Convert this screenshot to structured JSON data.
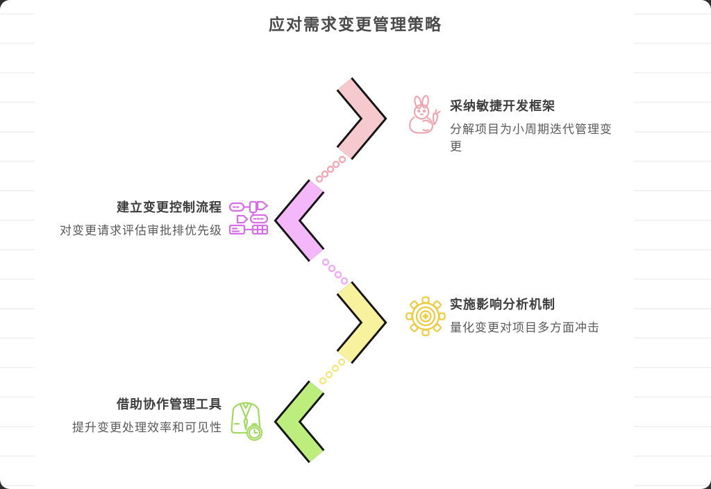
{
  "title": "应对需求变更管理策略",
  "colors": {
    "page_background": "#ffffff",
    "behind_card": "#2e2e2e",
    "chevron_outline": "#141414",
    "title_text": "#4a4a4a",
    "step_title_text": "#3d3d3d",
    "step_desc_text": "#595959",
    "ruled_line": "#f2f2f2"
  },
  "steps": [
    {
      "title": "采纳敏捷开发框架",
      "desc": "分解项目为小周期迭代管理变更",
      "icon": "rabbit-carrot-icon",
      "side": "right",
      "chevron_direction": "right",
      "fill": "#f6c9ce",
      "accent": "#f0a3ad"
    },
    {
      "title": "建立变更控制流程",
      "desc": "对变更请求评估审批排优先级",
      "icon": "flowchart-icon",
      "side": "left",
      "chevron_direction": "left",
      "fill": "#f4b7fa",
      "accent": "#d66ce6"
    },
    {
      "title": "实施影响分析机制",
      "desc": "量化变更对项目多方面冲击",
      "icon": "gear-icon",
      "side": "right",
      "chevron_direction": "right",
      "fill": "#f8f19e",
      "accent": "#edc93c"
    },
    {
      "title": "借助协作管理工具",
      "desc": "提升变更处理效率和可见性",
      "icon": "suit-watch-icon",
      "side": "left",
      "chevron_direction": "left",
      "fill": "#bdee7d",
      "accent": "#a2d95f"
    }
  ],
  "connectors": [
    {
      "color": "#f2a9b4"
    },
    {
      "color": "#efaaf4"
    },
    {
      "color": "#f3e87f"
    }
  ]
}
